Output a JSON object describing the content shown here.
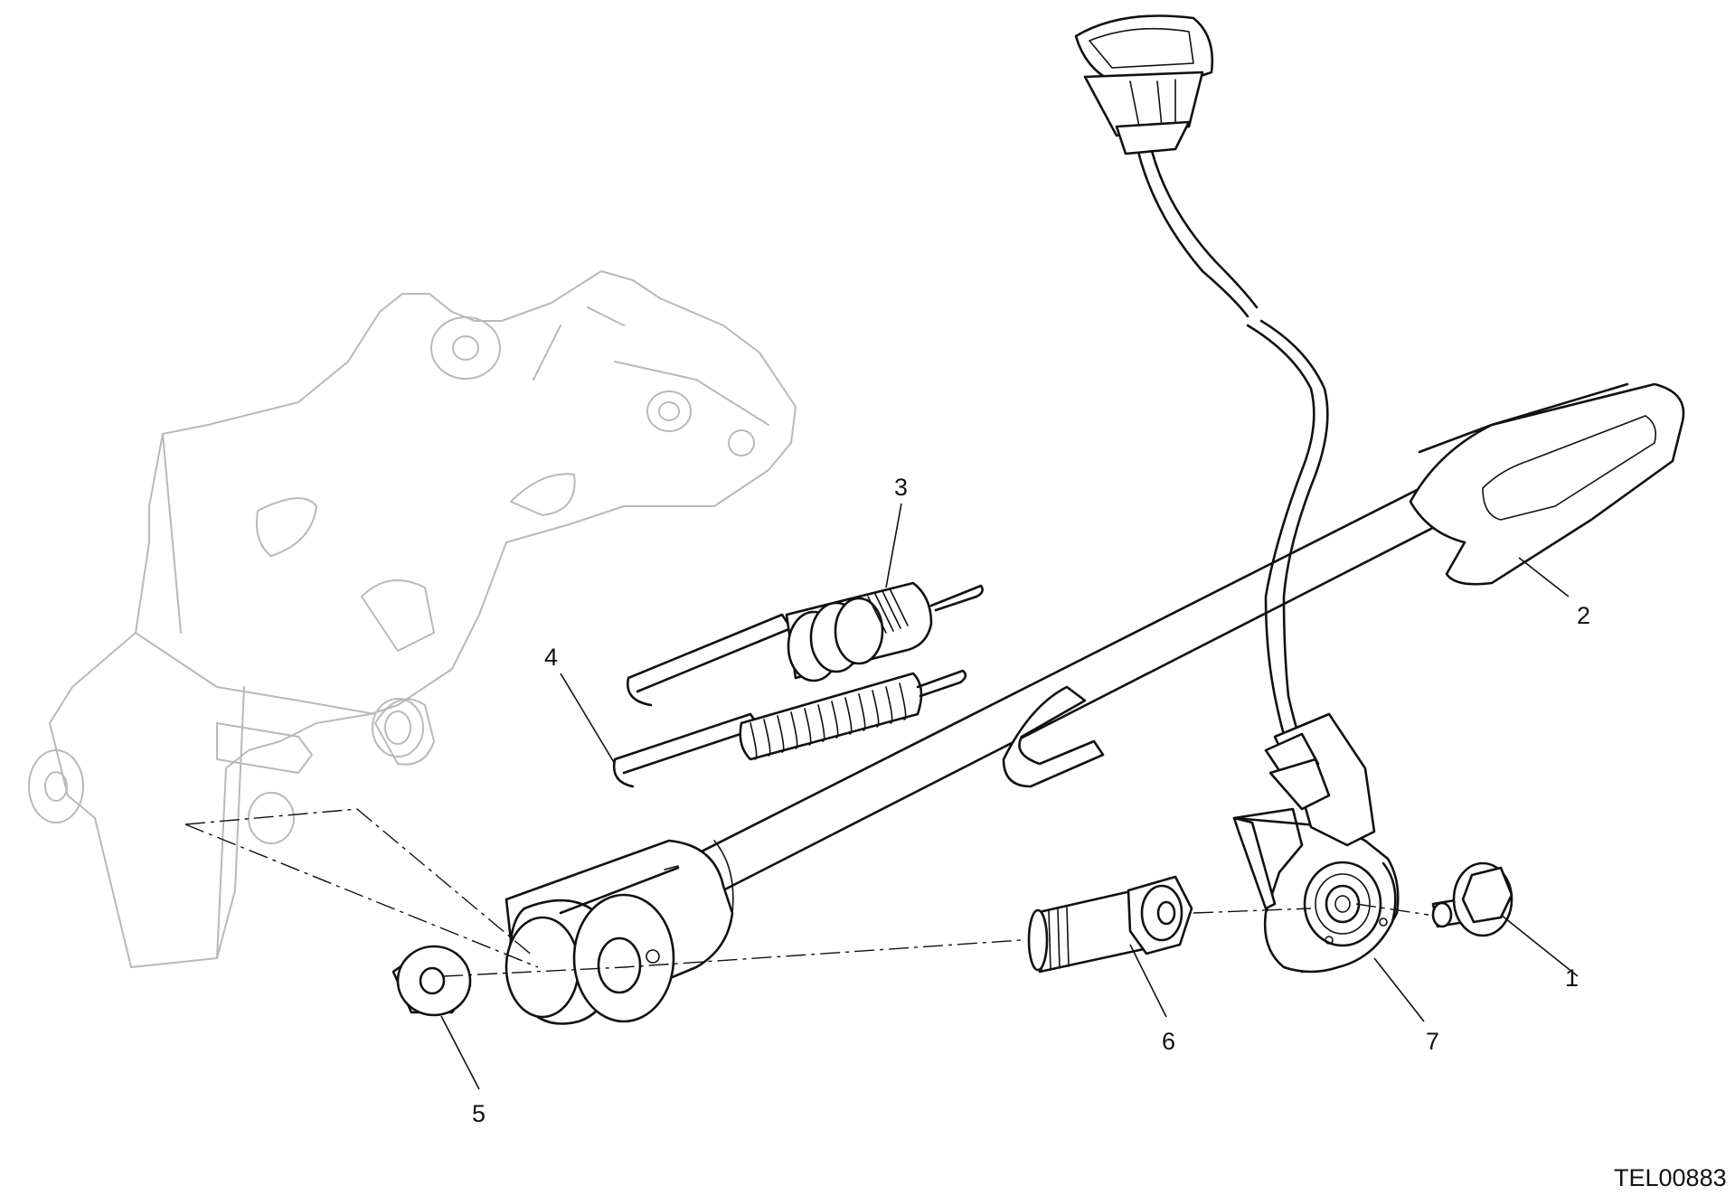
{
  "diagram": {
    "drawing_code": "TEL00883",
    "callouts": [
      {
        "id": "c1",
        "label": "1"
      },
      {
        "id": "c2",
        "label": "2"
      },
      {
        "id": "c3",
        "label": "3"
      },
      {
        "id": "c4",
        "label": "4"
      },
      {
        "id": "c5",
        "label": "5"
      },
      {
        "id": "c6",
        "label": "6"
      },
      {
        "id": "c7",
        "label": "7"
      }
    ]
  }
}
